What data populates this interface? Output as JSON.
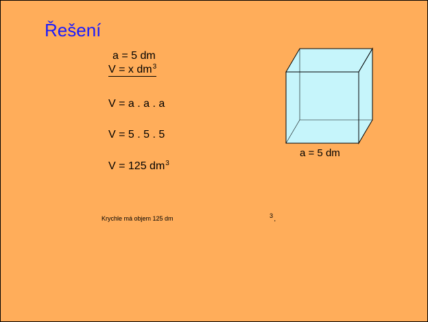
{
  "slide": {
    "title": "Řešení",
    "lines": {
      "given_edge": "a = 5 dm",
      "unknown": "V = x dm",
      "unknown_exp": "3",
      "formula": "V = a . a . a",
      "substitution": "V = 5 . 5 . 5",
      "result": "V = 125 dm",
      "result_exp": "3"
    },
    "answer": {
      "text": "Krychle má objem 125 dm",
      "exp": "3",
      "period": "."
    },
    "cube": {
      "label": "a = 5 dm",
      "fill_color": "#c6f5fb",
      "edge_color": "#000000"
    },
    "colors": {
      "background": "#ffad5a",
      "title": "#1a1aff"
    }
  }
}
